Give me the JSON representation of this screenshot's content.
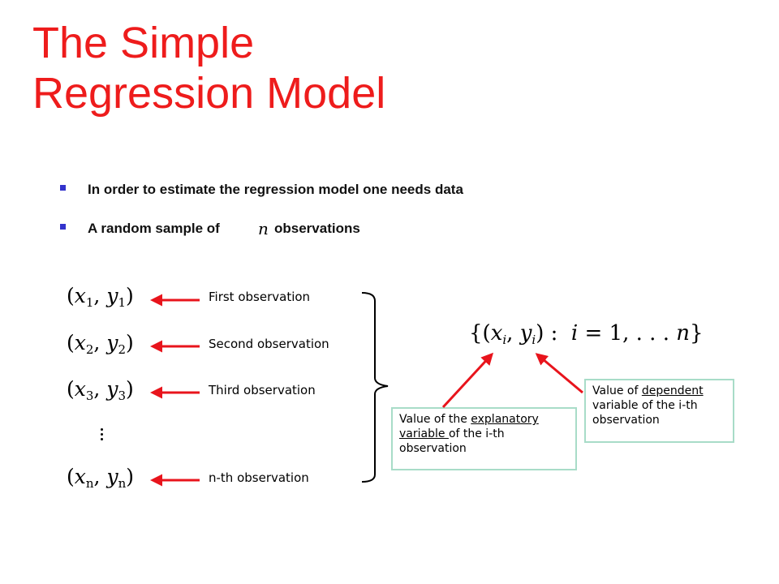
{
  "slide": {
    "title_lines": [
      "The Simple",
      "Regression Model"
    ],
    "bullets": [
      {
        "text": "In order to estimate the regression model one needs data"
      },
      {
        "before": "A random sample of ",
        "math": "n",
        "after": "observations"
      }
    ],
    "observations": [
      {
        "x": "x",
        "y": "y",
        "sub": "1",
        "label": "First observation"
      },
      {
        "x": "x",
        "y": "y",
        "sub": "2",
        "label": "Second observation"
      },
      {
        "x": "x",
        "y": "y",
        "sub": "3",
        "label": "Third observation"
      },
      {
        "x": "x",
        "y": "y",
        "sub": "n",
        "label": "n-th observation"
      }
    ],
    "set_notation": {
      "open": "{(",
      "x": "x",
      "y": "y",
      "sub": "i",
      "mid": ") :  ",
      "index": "i",
      "range": " = 1, . . . ",
      "n": "n",
      "close": "}"
    },
    "callout_explanatory": {
      "prefix": "Value of the ",
      "underlined": "explanatory variable ",
      "suffix": "of the i-th observation"
    },
    "callout_dependent": {
      "prefix": "Value of ",
      "underlined": "dependent",
      "suffix": " variable of the i-th observation"
    },
    "colors": {
      "title": "#ee1c1c",
      "bullet_marker": "#3333cc",
      "arrow": "#e8141c",
      "callout_border": "#a8dcc8"
    }
  }
}
